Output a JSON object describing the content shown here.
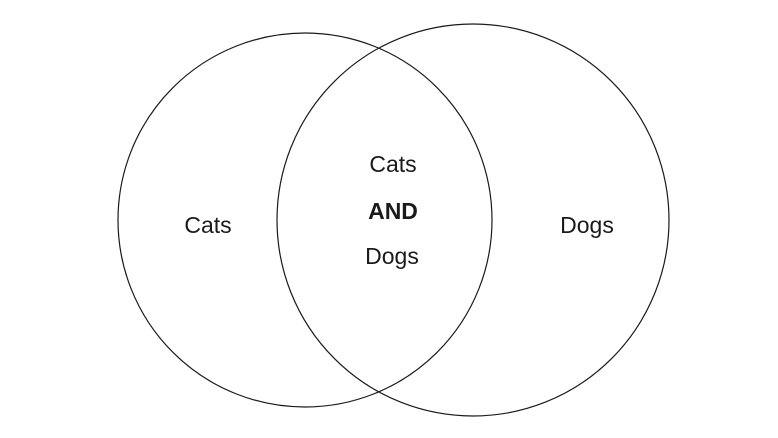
{
  "left_set": {
    "label": "Cats"
  },
  "right_set": {
    "label": "Dogs"
  },
  "intersection": {
    "line1": "Cats",
    "line2": "AND",
    "line3": "Dogs"
  },
  "colors": {
    "stroke": "#1a1a1a",
    "text": "#1a1a1a",
    "background": "#ffffff"
  }
}
